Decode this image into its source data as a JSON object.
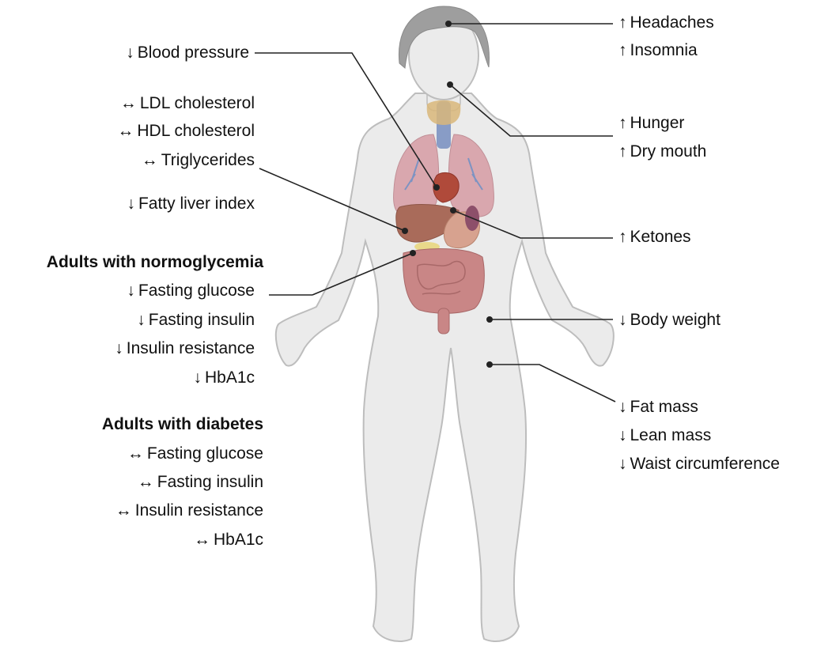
{
  "left_labels": {
    "blood_pressure": {
      "sym": "↓",
      "text": "Blood pressure"
    },
    "ldl": {
      "sym": "↔",
      "text": "LDL cholesterol"
    },
    "hdl": {
      "sym": "↔",
      "text": "HDL cholesterol"
    },
    "triglycerides": {
      "sym": "↔",
      "text": "Triglycerides"
    },
    "fatty_liver": {
      "sym": "↓",
      "text": "Fatty liver index"
    },
    "normo_heading": "Adults with normoglycemia",
    "normo_fasting_glucose": {
      "sym": "↓",
      "text": "Fasting glucose"
    },
    "normo_fasting_insulin": {
      "sym": "↓",
      "text": "Fasting insulin"
    },
    "normo_insulin_resistance": {
      "sym": "↓",
      "text": "Insulin resistance"
    },
    "normo_hba1c": {
      "sym": "↓",
      "text": "HbA1c"
    },
    "diab_heading": "Adults with diabetes",
    "diab_fasting_glucose": {
      "sym": "↔",
      "text": "Fasting glucose"
    },
    "diab_fasting_insulin": {
      "sym": "↔",
      "text": "Fasting insulin"
    },
    "diab_insulin_resistance": {
      "sym": "↔",
      "text": "Insulin resistance"
    },
    "diab_hba1c": {
      "sym": "↔",
      "text": "HbA1c"
    }
  },
  "right_labels": {
    "headaches": {
      "sym": "↑",
      "text": "Headaches"
    },
    "insomnia": {
      "sym": "↑",
      "text": "Insomnia"
    },
    "hunger": {
      "sym": "↑",
      "text": "Hunger"
    },
    "dry_mouth": {
      "sym": "↑",
      "text": "Dry mouth"
    },
    "ketones": {
      "sym": "↑",
      "text": "Ketones"
    },
    "body_weight": {
      "sym": "↓",
      "text": "Body weight"
    },
    "fat_mass": {
      "sym": "↓",
      "text": "Fat mass"
    },
    "lean_mass": {
      "sym": "↓",
      "text": "Lean mass"
    },
    "waist": {
      "sym": "↓",
      "text": "Waist circumference"
    }
  },
  "colors": {
    "body_fill": "#ebebeb",
    "body_stroke": "#bdbdbd",
    "hair": "#9e9e9e",
    "lungs": "#d9a7ae",
    "liver": "#a96b5a",
    "intestine": "#c98686",
    "airway": "#7d93c2",
    "thyroid": "#d9b77a",
    "leader_line": "#222222"
  }
}
